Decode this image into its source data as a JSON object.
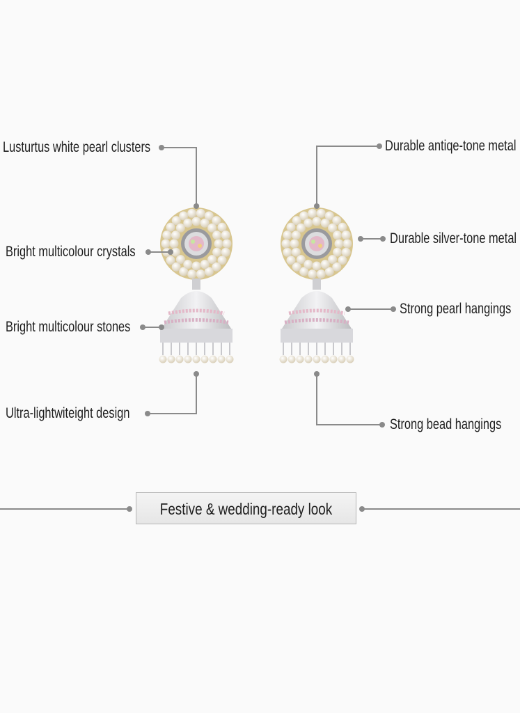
{
  "callouts": {
    "pearl_clusters": "Lusturtus white pearl clusters",
    "antique_metal": "Durable antiqe-tone metal",
    "crystals": "Bright multicolour crystals",
    "silver_metal": "Durable silver-tone metal",
    "stones": "Bright multicolour stones",
    "pearl_hangings": "Strong pearl hangings",
    "lightweight": "Ultra-lightwiteight design",
    "bead_hangings": "Strong bead hangings"
  },
  "banner": {
    "text": "Festive & wedding-ready look"
  },
  "colors": {
    "line": "#8a8a8a",
    "text": "#1e1e1e",
    "pearl": "#f3ecdc",
    "crystal": "#e4b8c8",
    "silver": "#d4d4d6"
  }
}
